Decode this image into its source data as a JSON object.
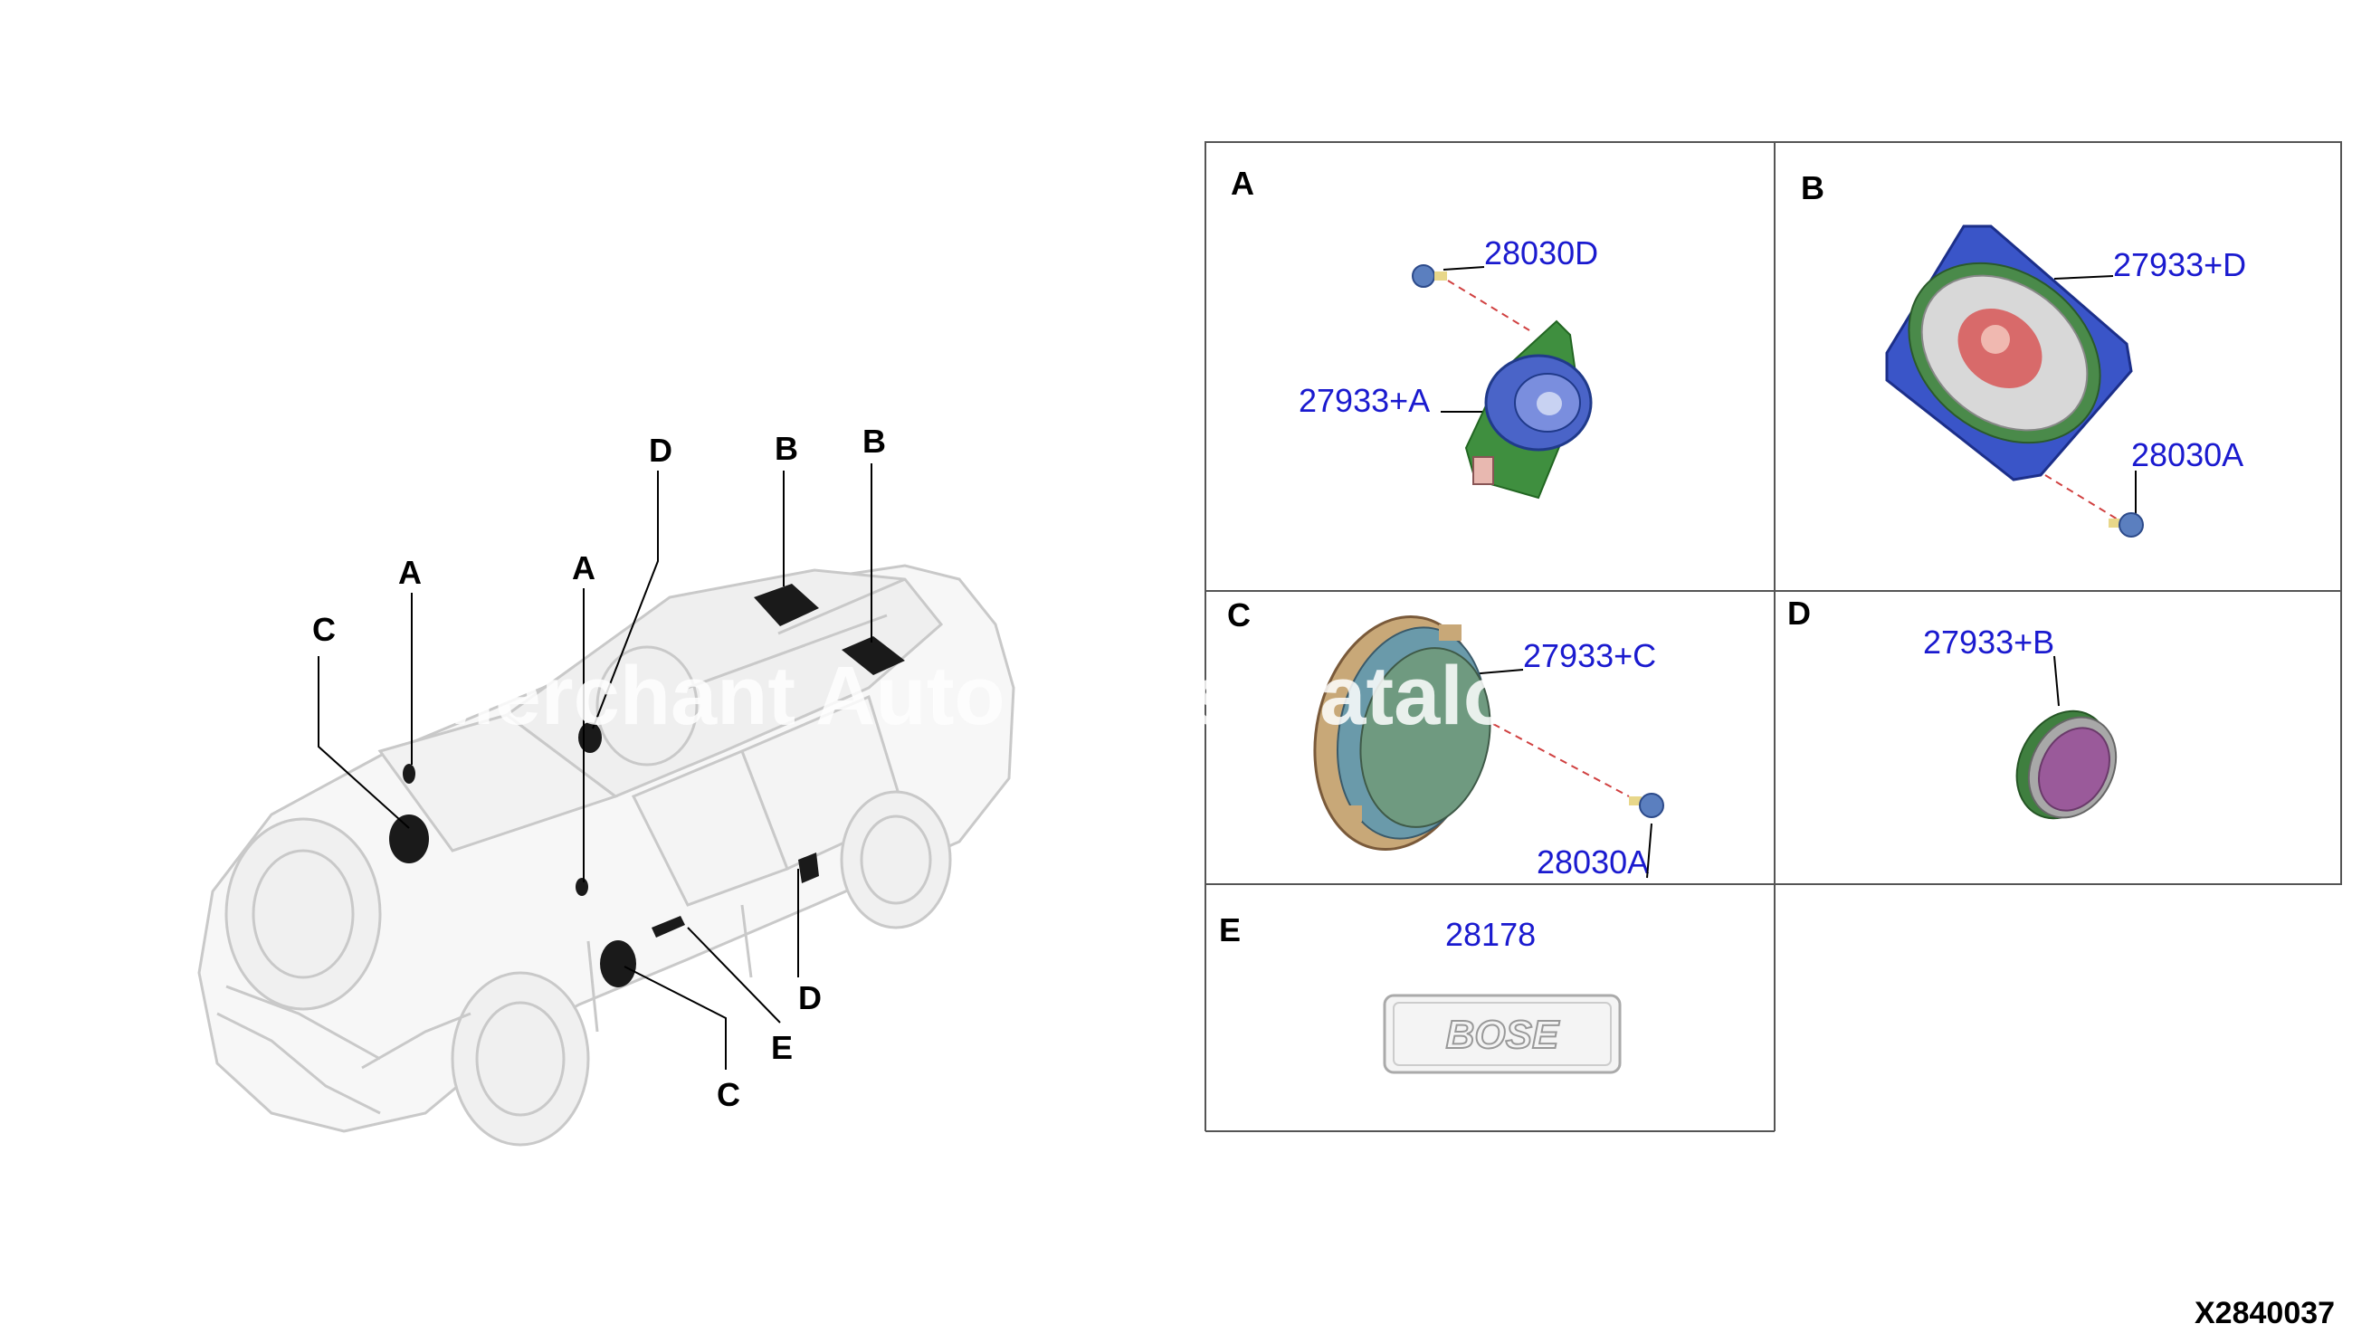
{
  "callouts": {
    "c_left": "C",
    "a_left": "A",
    "a_mid": "A",
    "d_top": "D",
    "b_1": "B",
    "b_2": "B",
    "d_low": "D",
    "e": "E",
    "c_low": "C"
  },
  "panels": {
    "A": {
      "letter": "A",
      "parts": [
        "28030D",
        "27933+A"
      ]
    },
    "B": {
      "letter": "B",
      "parts": [
        "27933+D",
        "28030A"
      ]
    },
    "C": {
      "letter": "C",
      "parts": [
        "27933+C",
        "28030A"
      ]
    },
    "D": {
      "letter": "D",
      "parts": [
        "27933+B"
      ]
    },
    "E": {
      "letter": "E",
      "parts": [
        "28178"
      ],
      "badge": "BOSE"
    }
  },
  "watermark": "Merchant Auto Parts Catalog",
  "diagram_code": "X2840037"
}
